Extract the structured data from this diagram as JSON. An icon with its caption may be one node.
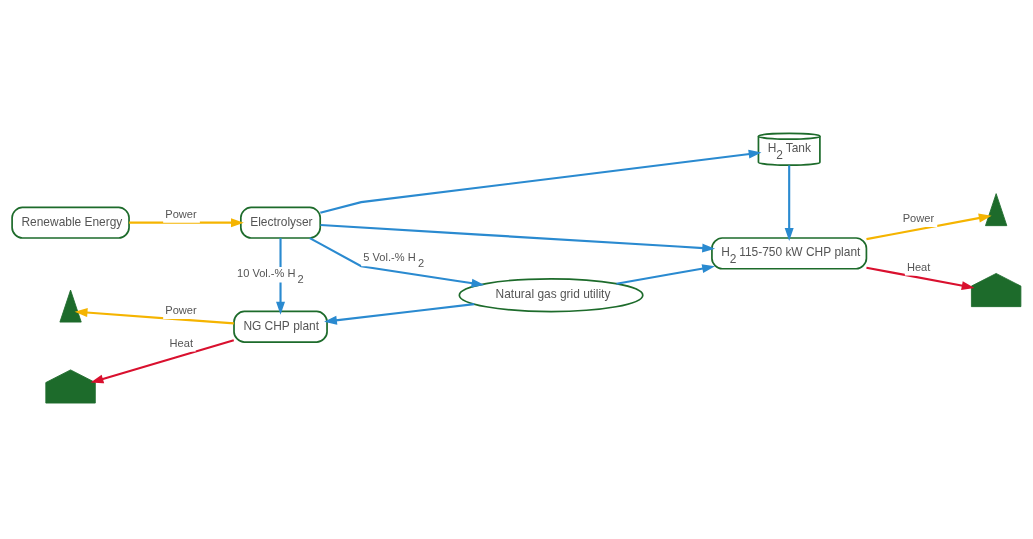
{
  "diagram": {
    "nodes": [
      {
        "text": [
          "Renewable Energy"
        ]
      },
      {
        "text": [
          "Electrolyser"
        ]
      },
      {
        "text": [
          "H$_{2}$ Tank"
        ]
      },
      {
        "text": [],
        "shape": "pylon"
      },
      {
        "text": [],
        "shape": "pylon"
      },
      {
        "text": [
          "NG CHP plant"
        ]
      },
      {
        "text": [
          "H$_{2}$ 115-750 kW CHP plant"
        ]
      },
      {
        "text": [],
        "shape": "house"
      },
      {
        "text": [
          "Natural gas grid utility"
        ]
      },
      {
        "text": [],
        "shape": "house"
      }
    ],
    "edges": [
      {
        "from": 0,
        "to": 1,
        "arrow": "to",
        "label": "Power",
        "color": "#f5b400"
      },
      {
        "from": 1,
        "to": 2,
        "arrow": "to"
      },
      {
        "from": 1,
        "to": 5,
        "arrow": "to",
        "label": "10 Vol.-% H$_{2}$"
      },
      {
        "from": 1,
        "to": 8,
        "arrow": "to",
        "label": "5 Vol.-% H$_{2}$"
      },
      {
        "from": 8,
        "to": 5,
        "arrow": "to"
      },
      {
        "from": 8,
        "to": 6,
        "arrow": "to"
      },
      {
        "from": 1,
        "to": 6,
        "arrow": "to"
      },
      {
        "from": 2,
        "to": 6,
        "arrow": "to"
      },
      {
        "from": 5,
        "to": 3,
        "arrow": "to",
        "label": "Power",
        "color": "#f5b400"
      },
      {
        "from": 5,
        "to": 7,
        "arrow": "to",
        "label": "Heat",
        "color": "#d9102e"
      },
      {
        "from": 6,
        "to": 4,
        "arrow": "to",
        "label": "Power",
        "color": "#f5b400"
      },
      {
        "from": 6,
        "to": 9,
        "arrow": "to",
        "label": "Heat",
        "color": "#d9102e"
      }
    ]
  }
}
